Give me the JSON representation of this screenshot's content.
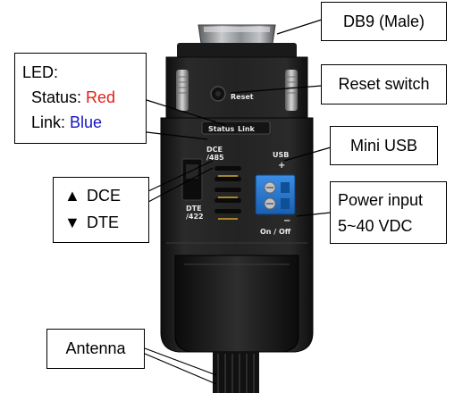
{
  "callouts": {
    "db9": "DB9 (Male)",
    "reset_switch": "Reset switch",
    "mini_usb": "Mini USB",
    "power_title": "Power input",
    "power_range": "5~40 VDC",
    "led_title": "LED:",
    "led_status_label": "Status: ",
    "led_status_value": "Red",
    "led_link_label": "Link: ",
    "led_link_value": "Blue",
    "dce_arrow": "▲",
    "dce_label": "DCE",
    "dte_arrow": "▼",
    "dte_label": "DTE",
    "antenna": "Antenna"
  },
  "device_labels": {
    "reset": "Reset",
    "status": "Status",
    "link": "Link",
    "usb": "USB",
    "plus": "+",
    "minus": "−",
    "dce": "DCE",
    "rs485": "/485",
    "dte": "DTE",
    "rs422": "/422",
    "on_off": "On / Off"
  },
  "colors": {
    "status_red": "#e0201b",
    "link_blue": "#1414c8",
    "device_body": "#1d1d1d",
    "terminal_block": "#1f74d0"
  }
}
